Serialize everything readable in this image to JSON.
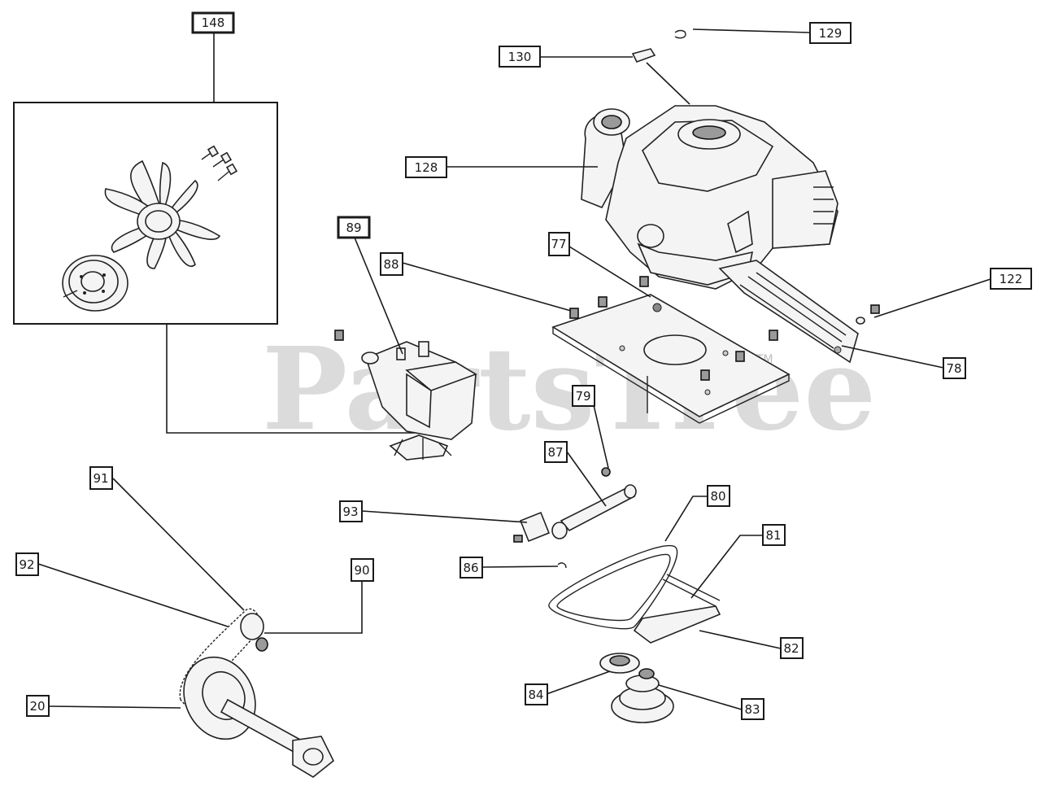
{
  "watermark": {
    "text": "PartsTree",
    "trademark": "TM"
  },
  "callouts": {
    "c148": "148",
    "c89": "89",
    "c130": "130",
    "c129": "129",
    "c128": "128",
    "c77": "77",
    "c88": "88",
    "c122": "122",
    "c78": "78",
    "c79": "79",
    "c87": "87",
    "c93": "93",
    "c80": "80",
    "c81": "81",
    "c86": "86",
    "c91": "91",
    "c92": "92",
    "c90": "90",
    "c82": "82",
    "c84": "84",
    "c83": "83",
    "c20": "20"
  }
}
